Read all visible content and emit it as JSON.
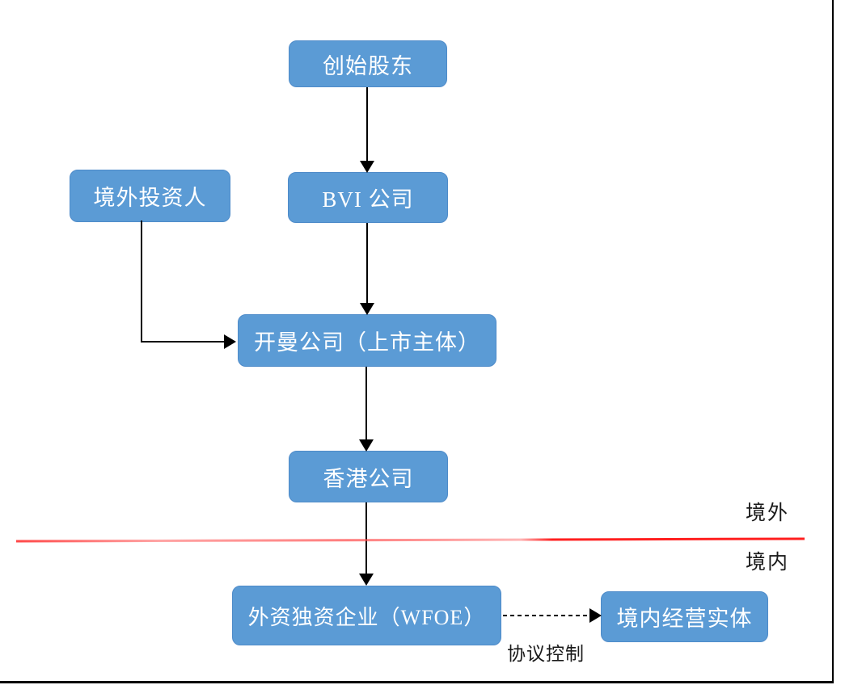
{
  "diagram": {
    "description": "Offshore VIE corporate structure flowchart",
    "nodes": [
      {
        "id": "founders",
        "label": "创始股东"
      },
      {
        "id": "overseas-investors",
        "label": "境外投资人"
      },
      {
        "id": "bvi",
        "label": "BVI 公司"
      },
      {
        "id": "cayman",
        "label": "开曼公司（上市主体）"
      },
      {
        "id": "hongkong",
        "label": "香港公司"
      },
      {
        "id": "wfoe",
        "label": "外资独资企业（WFOE）"
      },
      {
        "id": "domestic-entity",
        "label": "境内经营实体"
      }
    ],
    "edges": [
      {
        "from": "founders",
        "to": "bvi",
        "style": "solid-arrow"
      },
      {
        "from": "bvi",
        "to": "cayman",
        "style": "solid-arrow"
      },
      {
        "from": "overseas-investors",
        "to": "cayman",
        "style": "solid-elbow-arrow"
      },
      {
        "from": "cayman",
        "to": "hongkong",
        "style": "solid-arrow"
      },
      {
        "from": "hongkong",
        "to": "wfoe",
        "style": "solid-arrow"
      },
      {
        "from": "wfoe",
        "to": "domestic-entity",
        "style": "dashed-arrow",
        "label": "协议控制"
      }
    ],
    "labels": {
      "offshore": "境外",
      "onshore": "境内",
      "vie_control": "协议控制"
    },
    "colors": {
      "node_fill": "#5B9BD5",
      "node_border": "#4E8BC9",
      "node_text": "#FFFFFF",
      "arrow": "#000000",
      "divider": "#FF1F1F",
      "frame": "#000000"
    }
  }
}
